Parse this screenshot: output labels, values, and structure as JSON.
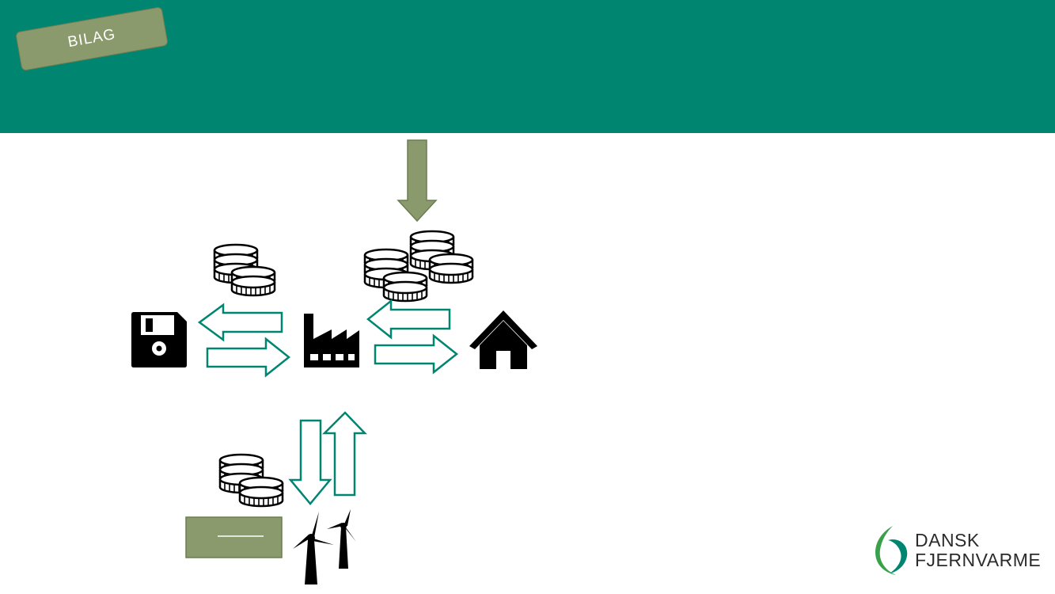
{
  "tag": {
    "label": "BILAG"
  },
  "logo": {
    "line1": "DANSK",
    "line2": "FJERNVARME"
  },
  "colors": {
    "header": "#008571",
    "olive": "#8a9a6c",
    "arrow_outline": "#008571",
    "logo_green": "#3aa14a",
    "logo_teal": "#008571"
  },
  "icons": [
    "floppy-disk-icon",
    "factory-icon",
    "house-icon",
    "wind-turbines-icon",
    "coin-stack-icon"
  ]
}
